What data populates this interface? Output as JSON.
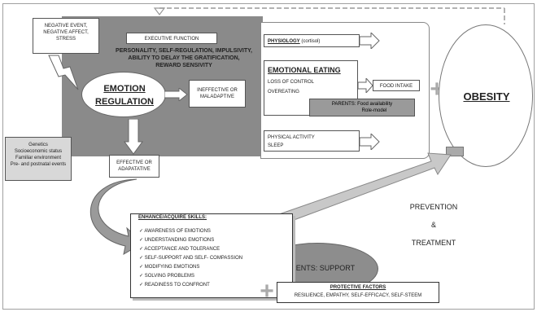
{
  "negative_event": [
    "NEGATIVE EVENT,",
    "NEGATIVE AFFECT,",
    "STRESS"
  ],
  "executive_function": "EXECUTIVE FUNCTION",
  "personality": [
    "PERSONALITY, SELF-REGULATION, IMPULSIVITY,",
    "ABILITY TO DELAY THE GRATIFICATION,",
    "REWARD SENSIVITY"
  ],
  "emotion_regulation": [
    "EMOTION",
    "REGULATION"
  ],
  "ineffective": [
    "INEFFECTIVE OR",
    "MALADAPTIVE"
  ],
  "physiology": {
    "label": "PHYSIOLOGY",
    "detail": "(cortisol)"
  },
  "emotional_eating": {
    "title": "EMOTIONAL EATING",
    "lines": [
      "LOSS OF CONTROL",
      "OVEREATING"
    ]
  },
  "food_intake": "FOOD INTAKE",
  "parents_food": [
    "PARENTS: Food availability",
    "Role-model"
  ],
  "physical_activity": [
    "PHYSICAL ACTIVITY",
    "SLEEP"
  ],
  "obesity": "OBESITY",
  "plus_sign": "+",
  "minus_sign": "-",
  "factors": [
    "Genetics",
    "Socioeconomic status",
    "Familiar environment",
    "Pre- and postnatal events"
  ],
  "effective": [
    "EFFECTIVE OR",
    "ADAPATATIVE"
  ],
  "prevention": [
    "PREVENTION",
    "&",
    "TREATMENT"
  ],
  "skills": {
    "title": "ENHANCE/ACQUIRE SKILLS:",
    "items": [
      "AWARENESS OF EMOTIONS",
      "UNDERSTANDING EMOTIONS",
      "ACCEPTANCE AND TOLERANCE",
      "SELF-SUPPORT AND SELF- COMPASSION",
      "MODIFYING EMOTIONS",
      "SOLVING PROBLEMS",
      "READINESS TO CONFRONT"
    ],
    "check": "✓"
  },
  "parents_support": "PARENTS: SUPPORT",
  "protective": {
    "title": "PROTECTIVE FACTORS",
    "items": "RESILIENCE, EMPATHY, SELF-EFFICACY, SELF-STEEM"
  },
  "colors": {
    "panel_gray": "#8a8a8a",
    "support_gray": "#8d8d8d",
    "arrow_gray": "#bdbdbd"
  }
}
